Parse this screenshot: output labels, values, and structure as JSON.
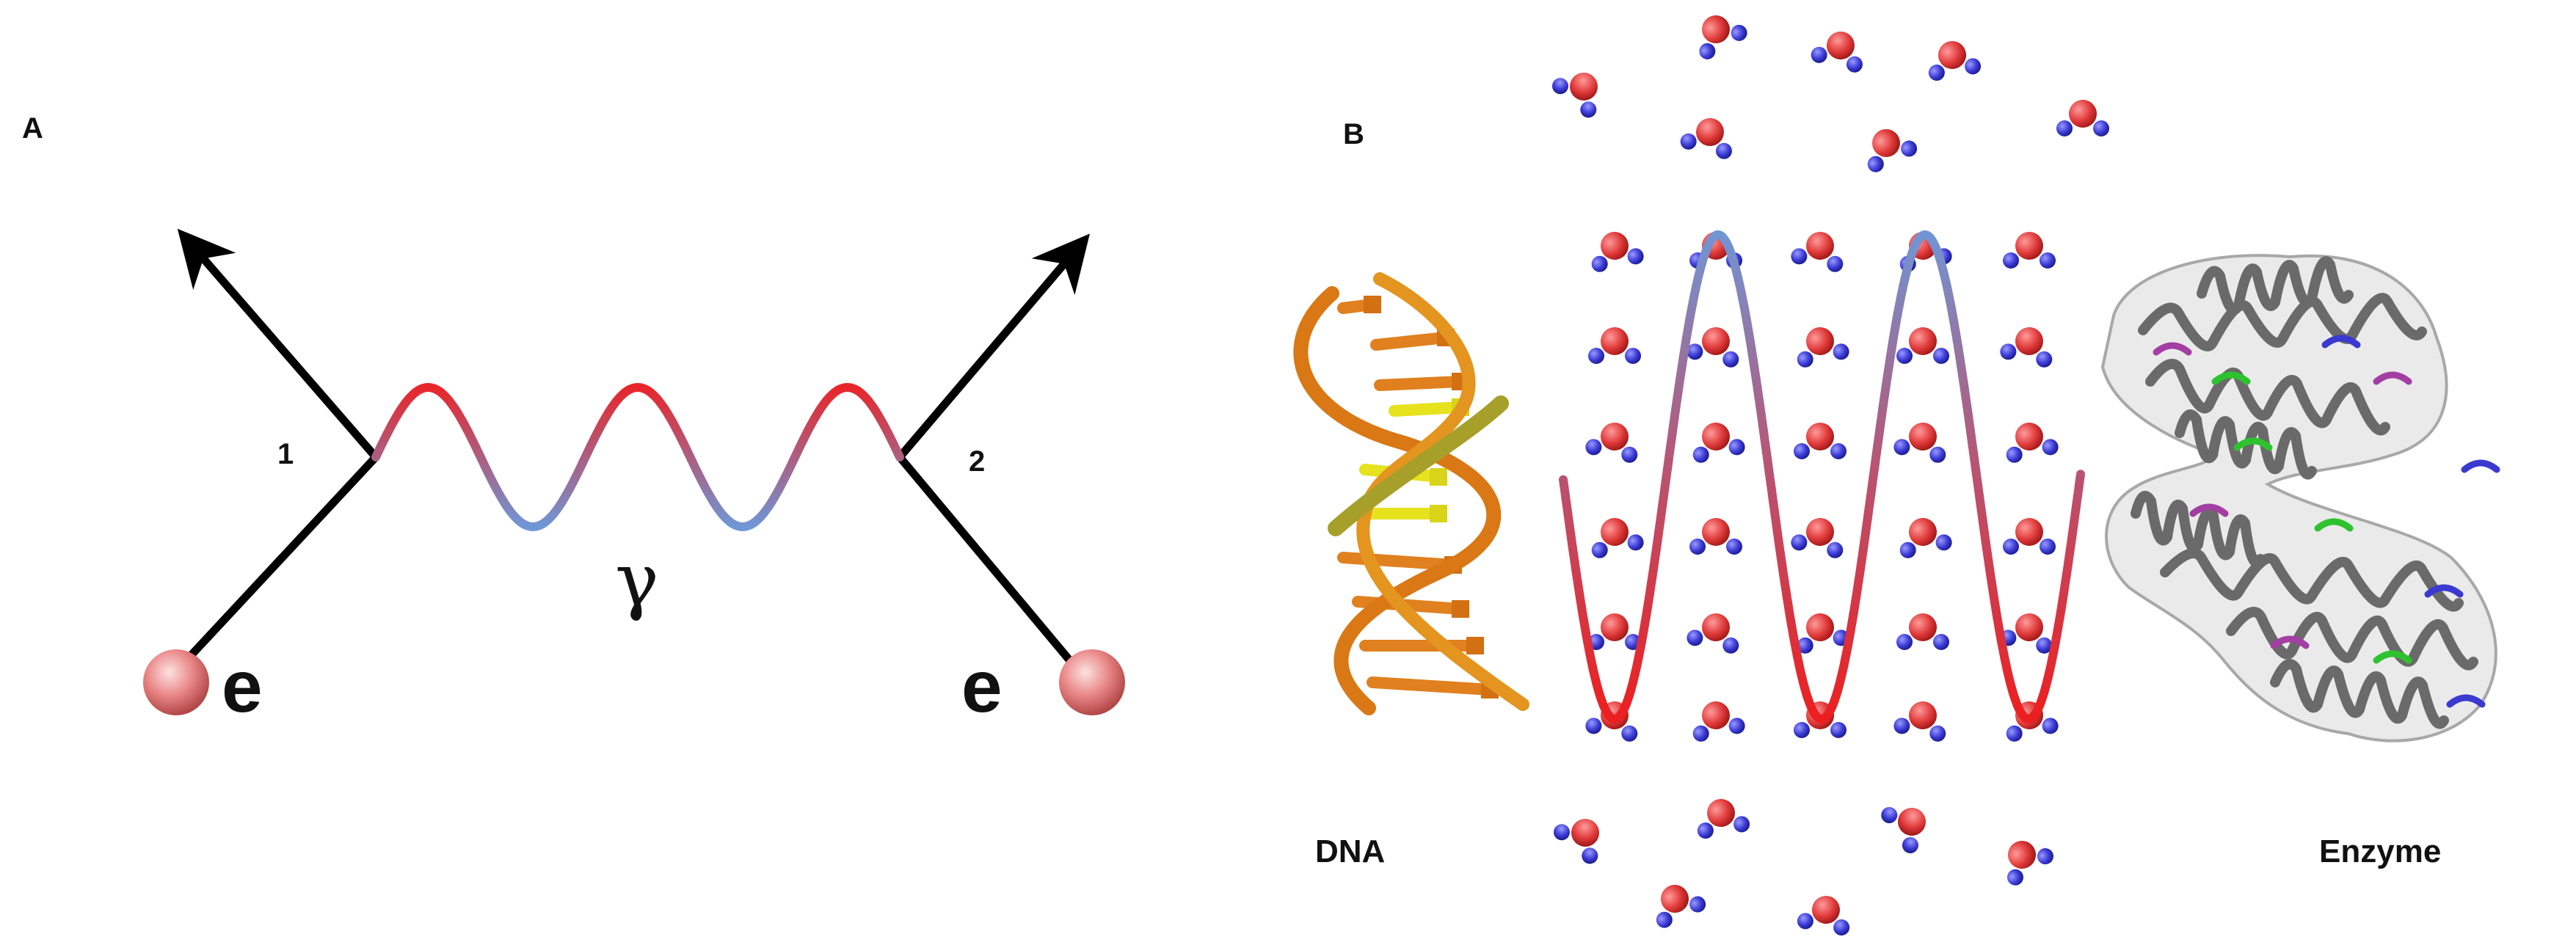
{
  "panel_a": {
    "label": "A",
    "line_1_label": "1",
    "line_2_label": "2",
    "photon_label": "γ",
    "electron_left_label": "e",
    "electron_right_label": "e",
    "colors": {
      "wave_peak": "#e8262a",
      "wave_trough": "#6f97d6",
      "line": "#000000",
      "electron": "#e98585"
    }
  },
  "panel_b": {
    "label": "B",
    "dna_label": "DNA",
    "enzyme_label": "Enzyme",
    "colors": {
      "oxygen": "#e03a3a",
      "hydrogen": "#3b3bd6",
      "dna_backbone": "#e0801e",
      "dna_inner": "#e6e21e",
      "protein": "#6a6a6a",
      "protein_surface": "#d8d8d8"
    }
  }
}
